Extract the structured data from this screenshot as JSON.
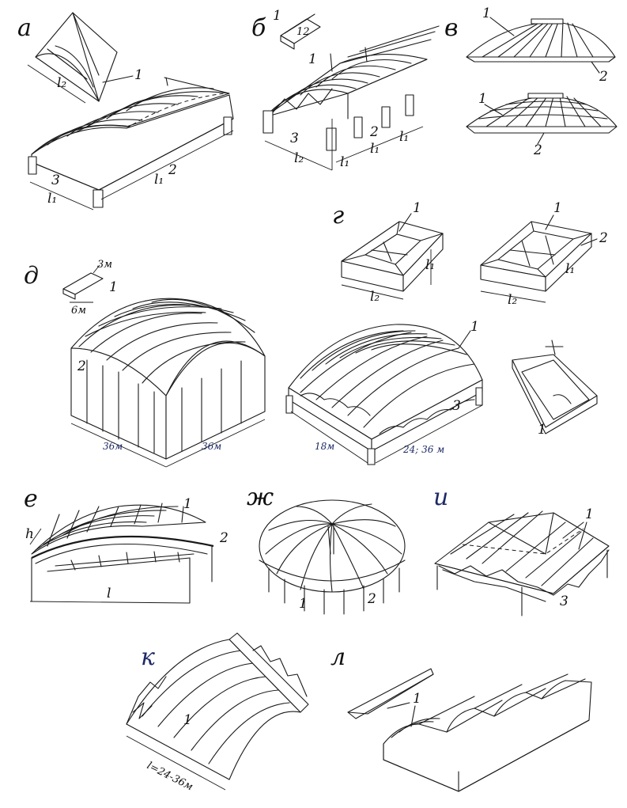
{
  "figure": {
    "letters": {
      "a": "а",
      "b": "б",
      "v": "в",
      "g": "г",
      "d": "д",
      "e": "е",
      "zh": "ж",
      "i": "и",
      "k": "к",
      "l": "л"
    },
    "callouts": {
      "one": "1",
      "two": "2",
      "three": "3",
      "twelve": "12"
    },
    "dims": {
      "l1": "l₁",
      "l2": "l₂",
      "l": "l",
      "h": "h",
      "six_m": "6м",
      "three_m": "3м",
      "thirty_six_m": "36м",
      "eighteen_m": "18м",
      "twenty_four_36_m": "24; 36 м",
      "l_24_36": "l=24-36м"
    },
    "colors": {
      "ink": "#1a1a1a",
      "accent_blue": "#1e2a66"
    }
  }
}
